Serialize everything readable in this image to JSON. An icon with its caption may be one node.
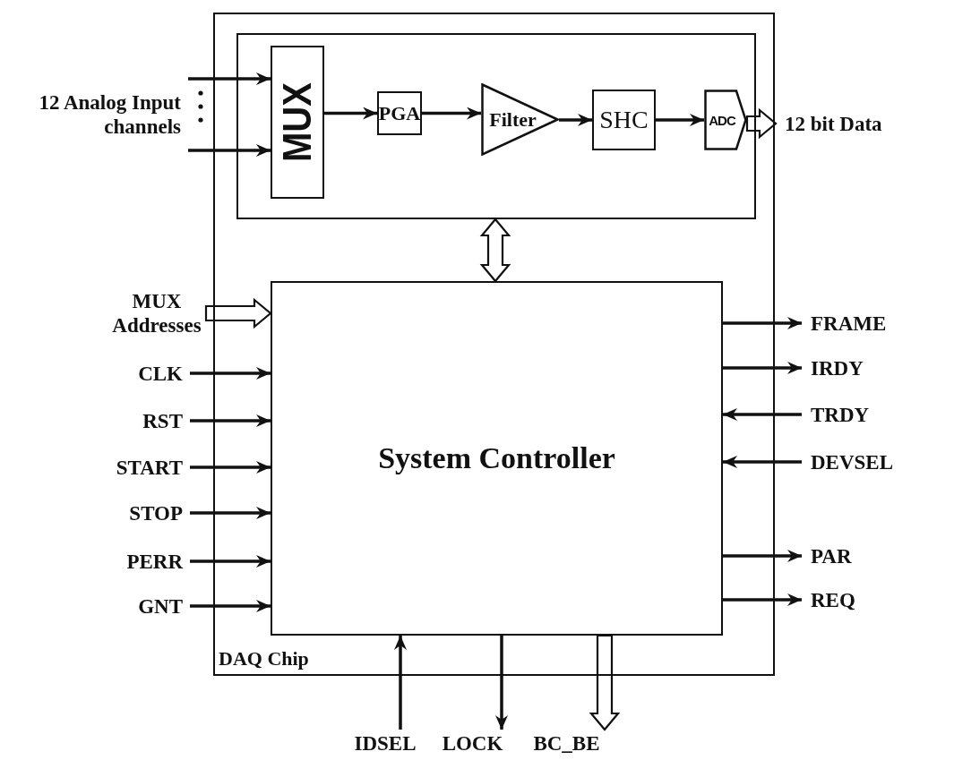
{
  "diagram": {
    "nodes": [
      {
        "text": [
          "DAQ Chip"
        ]
      },
      {
        "text": [],
        "shape": "box",
        "in": 0
      },
      {
        "text": [
          "MUX"
        ],
        "in": 1
      },
      {
        "text": [
          "PGA"
        ],
        "in": 1
      },
      {
        "text": [
          "Filter"
        ],
        "in": 1
      },
      {
        "text": [
          "SHC"
        ],
        "in": 1
      },
      {
        "text": [
          "ADC"
        ],
        "in": 1
      },
      {
        "text": [
          "System Controller"
        ],
        "in": 0
      },
      {
        "text": [
          "12 Analog Input channels"
        ]
      },
      {
        "text": [
          "12 bit Data"
        ]
      },
      {
        "text": [
          "MUX Addresses"
        ]
      },
      {
        "text": [
          "CLK"
        ]
      },
      {
        "text": [
          "RST"
        ]
      },
      {
        "text": [
          "START"
        ]
      },
      {
        "text": [
          "STOP"
        ]
      },
      {
        "text": [
          "PERR"
        ]
      },
      {
        "text": [
          "GNT"
        ]
      },
      {
        "text": [
          "FRAME"
        ]
      },
      {
        "text": [
          "IRDY"
        ]
      },
      {
        "text": [
          "TRDY"
        ]
      },
      {
        "text": [
          "DEVSEL"
        ]
      },
      {
        "text": [
          "PAR"
        ]
      },
      {
        "text": [
          "REQ"
        ]
      },
      {
        "text": [
          "IDSEL"
        ]
      },
      {
        "text": [
          "LOCK"
        ]
      },
      {
        "text": [
          "BC_BE"
        ]
      }
    ],
    "edges": [
      {
        "from": 8,
        "to": 2,
        "arrow": "to"
      },
      {
        "from": 8,
        "to": 2,
        "arrow": "to"
      },
      {
        "from": 2,
        "to": 3,
        "arrow": "to"
      },
      {
        "from": 3,
        "to": 4,
        "arrow": "to"
      },
      {
        "from": 4,
        "to": 5,
        "arrow": "to"
      },
      {
        "from": 5,
        "to": 6,
        "arrow": "to"
      },
      {
        "from": 6,
        "to": 9,
        "arrow": "to",
        "style": "thick"
      },
      {
        "from": 1,
        "to": 7,
        "arrow": "both",
        "style": "thick"
      },
      {
        "from": 10,
        "to": 7,
        "arrow": "to",
        "style": "thick"
      },
      {
        "from": 11,
        "to": 7,
        "arrow": "to"
      },
      {
        "from": 12,
        "to": 7,
        "arrow": "to"
      },
      {
        "from": 13,
        "to": 7,
        "arrow": "to"
      },
      {
        "from": 14,
        "to": 7,
        "arrow": "to"
      },
      {
        "from": 15,
        "to": 7,
        "arrow": "to"
      },
      {
        "from": 16,
        "to": 7,
        "arrow": "to"
      },
      {
        "from": 7,
        "to": 17,
        "arrow": "to"
      },
      {
        "from": 7,
        "to": 18,
        "arrow": "to"
      },
      {
        "from": 19,
        "to": 7,
        "arrow": "to"
      },
      {
        "from": 20,
        "to": 7,
        "arrow": "to"
      },
      {
        "from": 7,
        "to": 21,
        "arrow": "to"
      },
      {
        "from": 7,
        "to": 22,
        "arrow": "to"
      },
      {
        "from": 23,
        "to": 7,
        "arrow": "to"
      },
      {
        "from": 7,
        "to": 24,
        "arrow": "to"
      },
      {
        "from": 7,
        "to": 25,
        "arrow": "to",
        "style": "thick"
      }
    ]
  }
}
